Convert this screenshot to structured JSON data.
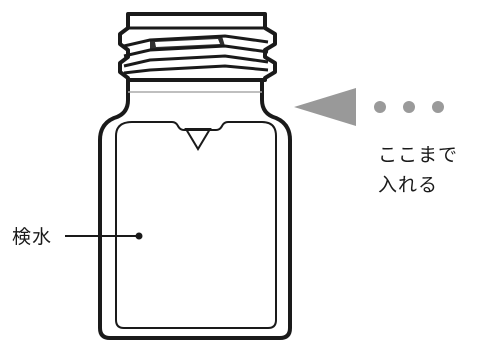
{
  "labels": {
    "sample_water": "検水",
    "fill_line_1": "ここまで",
    "fill_line_2": "入れる"
  },
  "colors": {
    "stroke": "#1a1a1a",
    "pointer_gray": "#999999",
    "dot_gray": "#9a9a9a",
    "line_gray": "#aaaaaa"
  }
}
